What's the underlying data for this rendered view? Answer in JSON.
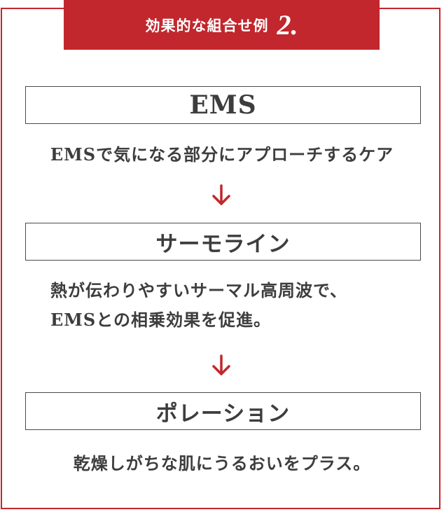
{
  "header": {
    "title": "効果的な組合せ例",
    "number": "2."
  },
  "steps": [
    {
      "name": "EMS",
      "description": "EMSで気になる部分にアプローチするケア"
    },
    {
      "name": "サーモライン",
      "description_lines": [
        "熱が伝わりやすいサーマル高周波で、",
        "EMSとの相乗効果を促進。"
      ]
    },
    {
      "name": "ポレーション",
      "description": "乾燥しがちな肌にうるおいをプラス。"
    }
  ],
  "colors": {
    "accent": "#c1272d",
    "text": "#3d3d3d",
    "box_border": "#4a4a4a"
  },
  "icons": [
    "arrow-down-icon",
    "arrow-down-icon"
  ]
}
